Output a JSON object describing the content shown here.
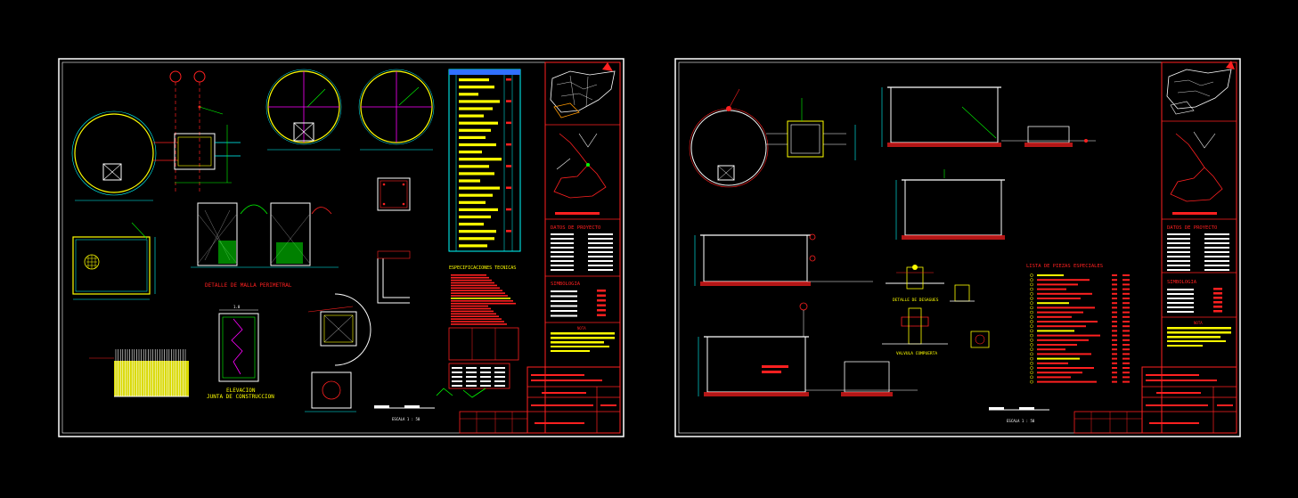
{
  "sheet1": {
    "titles": {
      "malla": "DETALLE DE MALLA PERIMETRAL",
      "elevacion": "ELEVACION",
      "junta": "JUNTA DE CONSTRUCCION",
      "escala": "ESCALA 1 : 50",
      "notas": "ESPECIFICACIONES TECNICAS",
      "datos": "DATOS DE PROYECTO",
      "simbologia": "SIMBOLOGIA",
      "nota": "NOTA",
      "dim_top": "1.0"
    }
  },
  "sheet2": {
    "titles": {
      "lista": "LISTA DE PIEZAS ESPECIALES",
      "detalle_desagues": "DETALLE DE DESAGUES",
      "valvula": "VALVULA COMPUERTA",
      "escala": "ESCALA 1 : 50",
      "datos": "DATOS DE PROYECTO",
      "simbologia": "SIMBOLOGIA",
      "nota": "NOTA"
    }
  },
  "colors": {
    "background": "#000000",
    "border": "#ffffff",
    "red": "#ff2020",
    "yellow": "#ffff00",
    "cyan": "#00ffff",
    "green": "#00ff00",
    "magenta": "#ff00ff",
    "blue": "#3070ff",
    "grey": "#a0a0a0"
  }
}
